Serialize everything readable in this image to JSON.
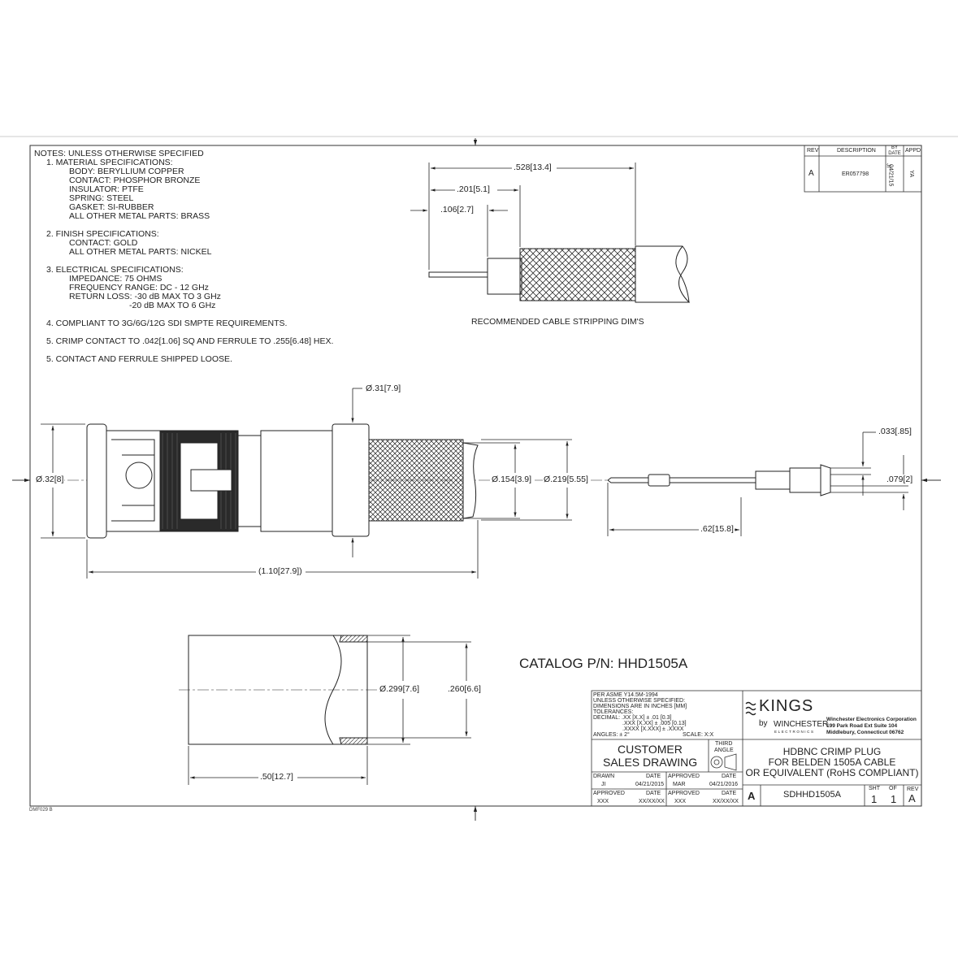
{
  "notes": {
    "header": "NOTES: UNLESS OTHERWISE SPECIFIED",
    "material": {
      "title": "1. MATERIAL SPECIFICATIONS:",
      "items": [
        "BODY: BERYLLIUM COPPER",
        "CONTACT: PHOSPHOR BRONZE",
        "INSULATOR: PTFE",
        "SPRING: STEEL",
        "GASKET: SI-RUBBER",
        "ALL OTHER METAL PARTS: BRASS"
      ]
    },
    "finish": {
      "title": "2. FINISH SPECIFICATIONS:",
      "items": [
        "CONTACT: GOLD",
        "ALL OTHER METAL PARTS: NICKEL"
      ]
    },
    "electrical": {
      "title": "3. ELECTRICAL SPECIFICATIONS:",
      "items": [
        "IMPEDANCE: 75 OHMS",
        "FREQUENCY RANGE: DC - 12 GHz",
        "RETURN LOSS: -30 dB MAX TO 3 GHz"
      ],
      "continuation": "-20 dB MAX TO 6 GHz"
    },
    "note4": "4. COMPLIANT TO 3G/6G/12G SDI SMPTE REQUIREMENTS.",
    "note5a": "5. CRIMP CONTACT TO .042[1.06] SQ AND FERRULE TO .255[6.48] HEX.",
    "note5b": "5. CONTACT AND FERRULE SHIPPED LOOSE."
  },
  "revision_block": {
    "headers": {
      "rev": "REV",
      "description": "DESCRIPTION",
      "by_date": "BY DATE",
      "appd": "APPD"
    },
    "row": {
      "rev": "A",
      "description": "ER057798",
      "by": "JI",
      "date": "04/21/15",
      "appd": "YA"
    }
  },
  "stripping": {
    "caption": "RECOMMENDED CABLE STRIPPING DIM'S",
    "dim_528": ".528[13.4]",
    "dim_201": ".201[5.1]",
    "dim_106": ".106[2.7]"
  },
  "plug_view": {
    "dia_31": "Ø.31[7.9]",
    "dia_32": "Ø.32[8]",
    "dia_154": "Ø.154[3.9]",
    "dia_219": "Ø.219[5.55]",
    "len_110": "(1.10[27.9])"
  },
  "contact_view": {
    "dim_033": ".033[.85]",
    "dim_079": ".079[2]",
    "dim_62": ".62[15.8]"
  },
  "ferrule_view": {
    "dia_299": "Ø.299[7.6]",
    "dim_260": ".260[6.6]",
    "dim_50": ".50[12.7]"
  },
  "catalog": "CATALOG P/N: HHD1505A",
  "form_number": "DMF029 B",
  "title_block": {
    "standard": "PER ASME Y14.5M-1994",
    "unless": "UNLESS OTHERWISE SPECIFIED:",
    "dimensions": "DIMENSIONS ARE IN INCHES [MM]",
    "tolerances": "TOLERANCES:",
    "decimal_1": "DECIMAL: .XX [X.X] ± .01 [0.3]",
    "decimal_2": ".XXX [X.XX] ± .005 [0.13]",
    "decimal_3": ".XXXX [X.XXX] ± .XXXX",
    "angles": "ANGLES: ± 2°",
    "scale": "SCALE: X:X",
    "drawing_type_1": "CUSTOMER",
    "drawing_type_2": "SALES DRAWING",
    "projection_1": "THIRD",
    "projection_2": "ANGLE",
    "drawn_label": "DRAWN",
    "drawn_by": "JI",
    "date_label": "DATE",
    "drawn_date": "04/21/2015",
    "approved_label": "APPROVED",
    "approved_by": "MAR",
    "approved_date": "04/21/2016",
    "approved2_by": "XXX",
    "approved2_date": "XX/XX/XX",
    "approved3_by": "XXX",
    "approved3_date": "XX/XX/XX",
    "logo_kings": "KINGS",
    "logo_by": "by",
    "logo_winchester": "WINCHESTER",
    "logo_electronics": "ELECTRONICS",
    "company_name": "Winchester Electronics Corporation",
    "company_addr1": "199 Park Road Ext Suite 104",
    "company_addr2": "Middlebury, Connecticut  06762",
    "title_1": "HDBNC CRIMP PLUG",
    "title_2": "FOR BELDEN 1505A CABLE",
    "title_3": "OR EQUIVALENT (RoHS COMPLIANT)",
    "size": "A",
    "drawing_number": "SDHHD1505A",
    "sht_label": "SHT",
    "of_label": "OF",
    "rev_label": "REV",
    "sht": "1",
    "of": "1",
    "rev": "A"
  }
}
